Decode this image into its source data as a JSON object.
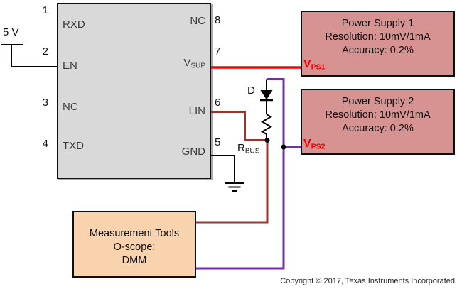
{
  "colors": {
    "vsup_wire": "#ff0000",
    "lin_wire": "#943634",
    "ps2_wire": "#7030a0",
    "black_wire": "#000000",
    "chip_fill": "#d9d9d9",
    "supply_box_fill": "#d79392",
    "measurement_box_fill": "#f9d2ae",
    "terminal_label": "#f20000"
  },
  "supply_5v": {
    "label": "5 V"
  },
  "chip": {
    "pins_left": [
      {
        "num": "1",
        "label": "RXD"
      },
      {
        "num": "2",
        "label": "EN"
      },
      {
        "num": "3",
        "label": "NC"
      },
      {
        "num": "4",
        "label": "TXD"
      }
    ],
    "pins_right": [
      {
        "num": "8",
        "label": "NC"
      },
      {
        "num": "7",
        "label": "V",
        "sub": "SUP"
      },
      {
        "num": "6",
        "label": "LIN"
      },
      {
        "num": "5",
        "label": "GND"
      }
    ]
  },
  "components": {
    "diode": {
      "label": "D"
    },
    "resistor": {
      "label": "R",
      "sub": "BUS"
    }
  },
  "power_supply_1": {
    "title": "Power Supply 1",
    "line2": "Resolution: 10mV/1mA",
    "line3": "Accuracy: 0.2%",
    "terminal": "V",
    "terminal_sub": "PS1"
  },
  "power_supply_2": {
    "title": "Power Supply 2",
    "line2": "Resolution: 10mV/1mA",
    "line3": "Accuracy: 0.2%",
    "terminal": "V",
    "terminal_sub": "PS2"
  },
  "measurement": {
    "line1": "Measurement Tools",
    "line2": "O-scope:",
    "line3": "DMM"
  },
  "footer": {
    "copyright": "Copyright © 2017, Texas Instruments Incorporated"
  }
}
